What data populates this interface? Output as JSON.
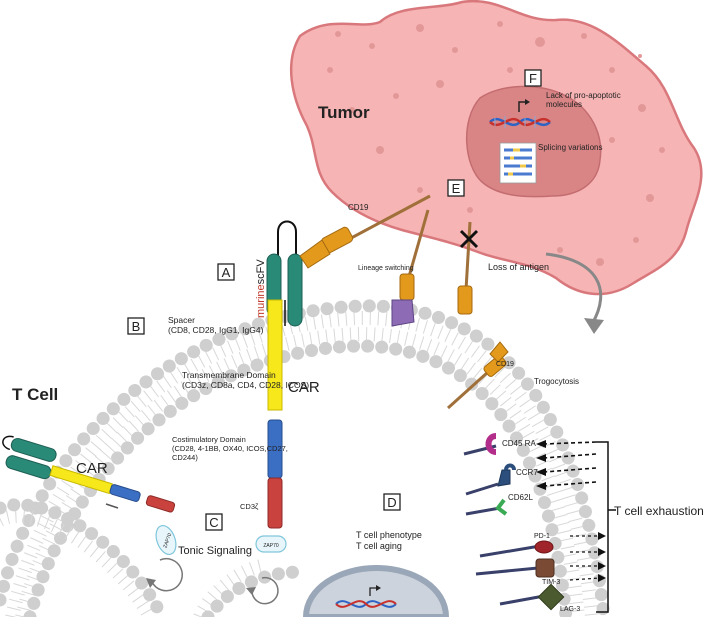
{
  "labels": {
    "tumor": "Tumor",
    "t_cell": "T Cell",
    "car_main": "CAR",
    "car_tonic": "CAR",
    "scfv_prefix": "murine",
    "scfv_suffix": "scFV",
    "spacer_title": "Spacer",
    "spacer_options": "(CD8, CD28, IgG1, IgG4)",
    "tm_title": "Transmembrane Domain",
    "tm_options": "(CD3z, CD8a, CD4, CD28, ICOS)",
    "costim_title": "Costimulatory Domain",
    "costim_options_1": "(CD28, 4-1BB, OX40, ICOS,CD27,",
    "costim_options_2": "CD244)",
    "cd3z": "CD3ζ",
    "zap70_main": "ZAP70",
    "zap70_tonic": "ZAP70",
    "tonic_signaling": "Tonic Signaling",
    "cd19_top": "CD19",
    "lineage_switching": "Lineage switching",
    "loss_of_antigen": "Loss of antigen",
    "lack_pro_apoptotic_1": "Lack of pro-apoptotic",
    "lack_pro_apoptotic_2": "molecules",
    "splicing_variations": "Splicing variations",
    "cd19_trogo": "CD19",
    "trogocytosis": "Trogocytosis",
    "cd45ra": "CD45 RA",
    "ccr7": "CCR7",
    "cd62l": "CD62L",
    "pd1": "PD-1",
    "tim3": "TIM-3",
    "lag3": "LAG-3",
    "t_cell_phenotype": "T cell phenotype",
    "t_cell_aging": "T cell aging",
    "t_cell_exhaustion": "T cell exhaustion"
  },
  "box_letters": {
    "a": "A",
    "b": "B",
    "c": "C",
    "d": "D",
    "e": "E",
    "f": "F"
  },
  "colors": {
    "tumor_fill": "#f7b4b4",
    "tumor_stroke": "#d9787c",
    "nucleus_fill": "#d98585",
    "membrane_head": "#d0d0d0",
    "teal": "#2a8a78",
    "yellow": "#f7e81b",
    "blue": "#3b6fc4",
    "red": "#c9423e",
    "orange": "#e39a1c",
    "purple": "#8e6bb5",
    "murine_red": "#c0392b"
  }
}
